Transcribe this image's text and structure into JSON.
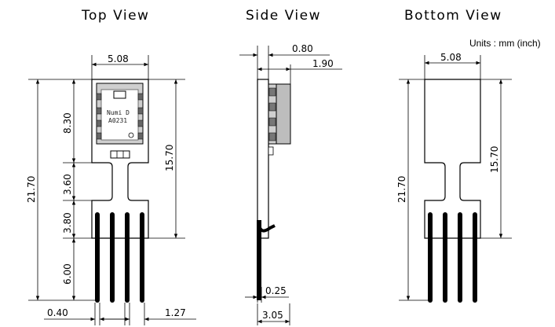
{
  "views": {
    "top": "Top View",
    "side": "Side View",
    "bottom": "Bottom View"
  },
  "units": "Units : mm (inch)",
  "chip": {
    "line1": "Numi D",
    "line2": "A0231"
  },
  "dimensions": {
    "top_width": "5.08",
    "top_total_height": "21.70",
    "top_body_height": "8.30",
    "top_neck_height": "3.60",
    "top_base_height": "3.80",
    "top_pin_length": "6.00",
    "top_upper_height": "15.70",
    "top_pin_width": "0.40",
    "top_pin_pitch": "1.27",
    "side_board_thickness": "0.80",
    "side_total_thickness": "1.90",
    "side_lead_thickness": "0.25",
    "side_lead_offset": "3.05",
    "bottom_width": "5.08",
    "bottom_total_height": "21.70",
    "bottom_upper_height": "15.70"
  }
}
